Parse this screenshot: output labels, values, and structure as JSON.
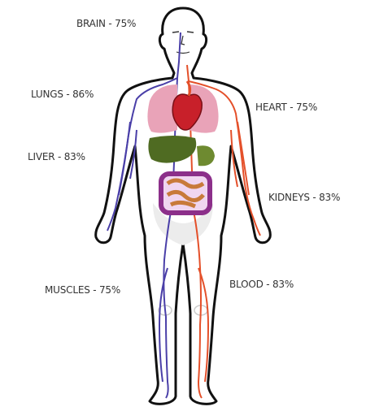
{
  "labels": {
    "brain": "BRAIN - 75%",
    "lungs": "LUNGS - 86%",
    "heart": "HEART - 75%",
    "liver": "LIVER - 83%",
    "kidneys": "KIDNEYS - 83%",
    "muscles": "MUSCLES - 75%",
    "blood": "BLOOD - 83%"
  },
  "colors": {
    "outline": "#111111",
    "vein": "#4a3fa8",
    "artery": "#e4502a",
    "lungs": "#e9a3b8",
    "heart": "#c8202a",
    "liver": "#4f6b22",
    "intestine": "#8c2f8a",
    "gut": "#c87a3a"
  }
}
